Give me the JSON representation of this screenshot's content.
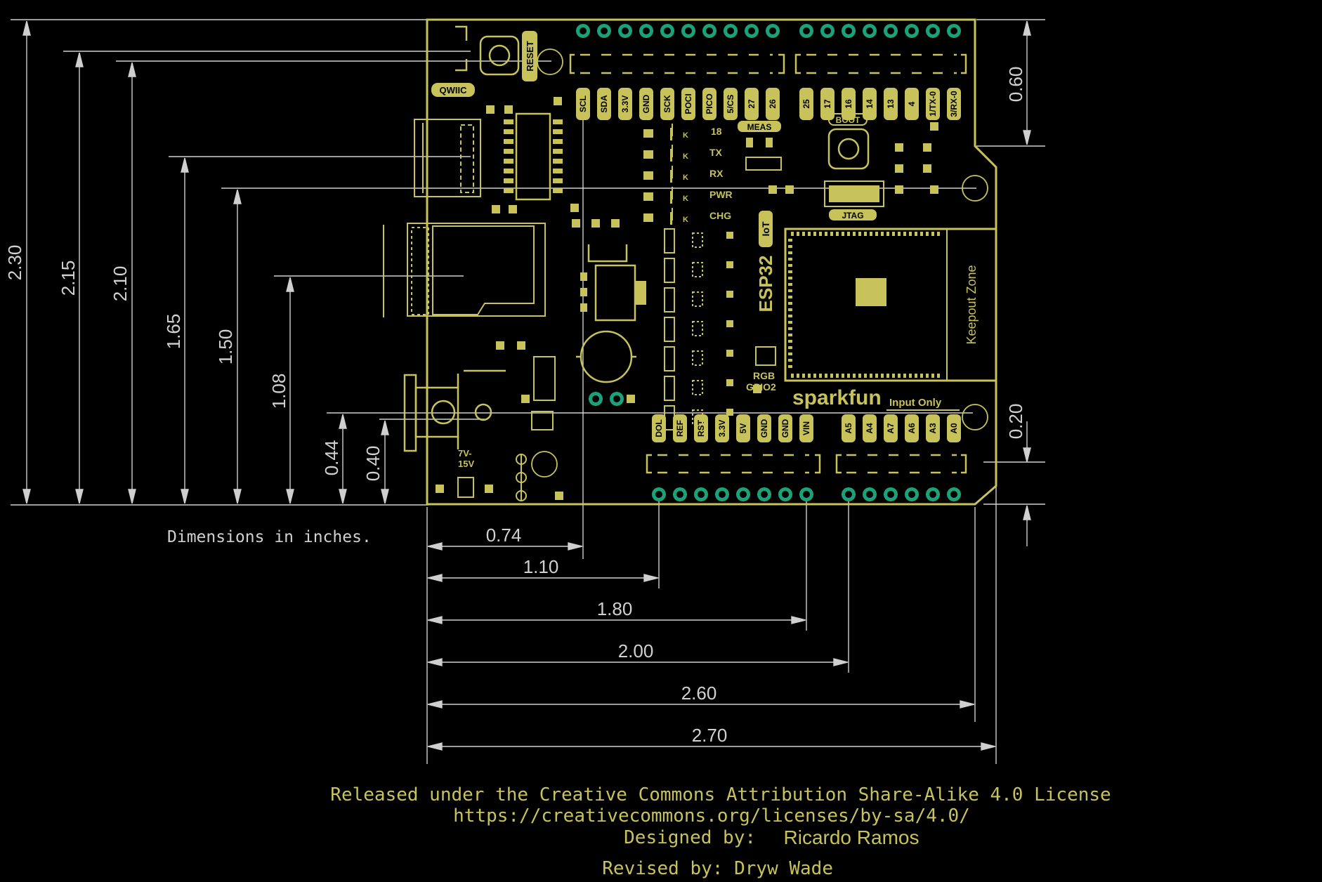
{
  "note": "Dimensions in inches.",
  "vertical_dimensions": [
    "2.30",
    "2.15",
    "2.10",
    "1.65",
    "1.50",
    "1.08",
    "0.44",
    "0.40"
  ],
  "right_dimensions": [
    "0.60",
    "0.20"
  ],
  "horizontal_dimensions": [
    "0.74",
    "1.10",
    "1.80",
    "2.00",
    "2.60",
    "2.70"
  ],
  "top_header_labels": [
    "SCL",
    "SDA",
    "3.3V",
    "GND",
    "SCK",
    "POCI",
    "PICO",
    "5/CS",
    "27",
    "26",
    "25",
    "17",
    "16",
    "14",
    "13",
    "4",
    "1/TX-0",
    "3/RX-0"
  ],
  "bottom_header_labels": [
    "DOL",
    "REF",
    "RST",
    "3.3V",
    "5V",
    "GND",
    "GND",
    "VIN",
    "A5",
    "A4",
    "A7",
    "A6",
    "A3",
    "A0"
  ],
  "board_labels": {
    "reset": "RESET",
    "qwiic": "QWIIC",
    "meas": "MEAS",
    "boot": "BOOT",
    "jtag": "JTAG",
    "iot": "IoT",
    "esp32": "ESP32",
    "keepout": "Keepout Zone",
    "rgb": "RGB",
    "gpio2": "GPIO2",
    "sparkfun": "sparkfun",
    "input_only": "Input Only",
    "power_range_1": "7V-",
    "power_range_2": "15V",
    "led_18": "18",
    "led_tx": "TX",
    "led_rx": "RX",
    "led_pwr": "PWR",
    "led_chg": "CHG",
    "k": "K"
  },
  "footer": {
    "license": "Released under the Creative Commons Attribution Share-Alike 4.0 License",
    "url": "https://creativecommons.org/licenses/by-sa/4.0/",
    "designed_label": "Designed by:",
    "designer": "Ricardo Ramos",
    "revised": "Revised by: Dryw Wade"
  },
  "colors": {
    "background": "#000000",
    "silkscreen": "#c8c25a",
    "pad_ring": "#1aa37a",
    "dimension_lines": "#c8c8c8"
  }
}
